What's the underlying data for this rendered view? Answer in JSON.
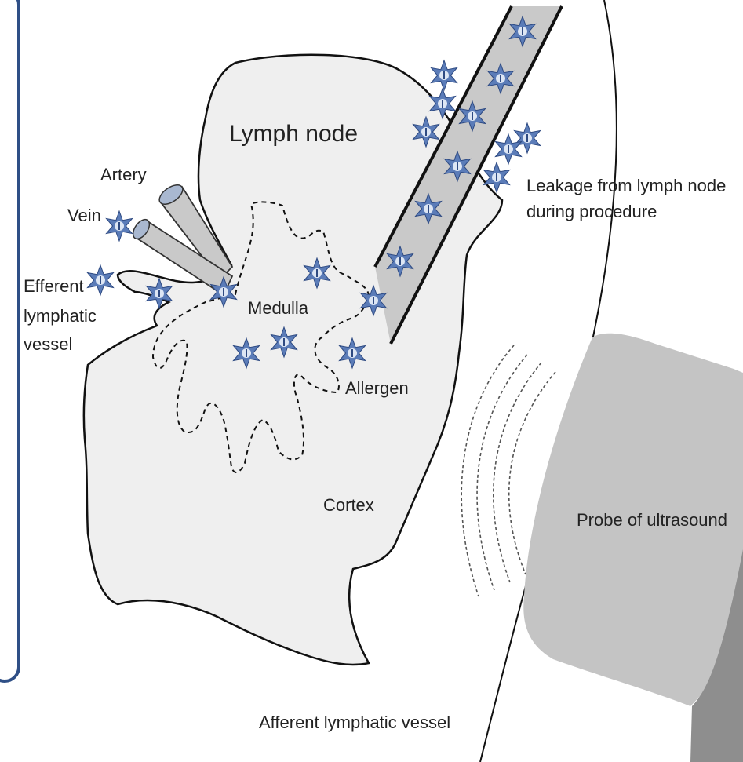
{
  "labels": {
    "lymph_node": "Lymph node",
    "artery": "Artery",
    "vein": "Vein",
    "efferent_line1": "Efferent",
    "efferent_line2": "lymphatic",
    "efferent_line3": "vessel",
    "medulla": "Medulla",
    "allergen": "Allergen",
    "cortex": "Cortex",
    "leakage_line1": "Leakage from lymph node",
    "leakage_line2": "during procedure",
    "probe": "Probe of ultrasound",
    "afferent": "Afferent lymphatic vessel"
  },
  "colors": {
    "frame_border": "#2f4f86",
    "node_fill": "#efefef",
    "outline": "#111111",
    "allergen_fill": "#5b7cb8",
    "allergen_center": "#dde6f4",
    "needle_fill": "#c9c9c9",
    "probe_fill": "#c4c4c4",
    "probe_side": "#8e8e8e",
    "wave": "#555555"
  },
  "icons": {
    "allergen": "allergen-star-icon"
  }
}
